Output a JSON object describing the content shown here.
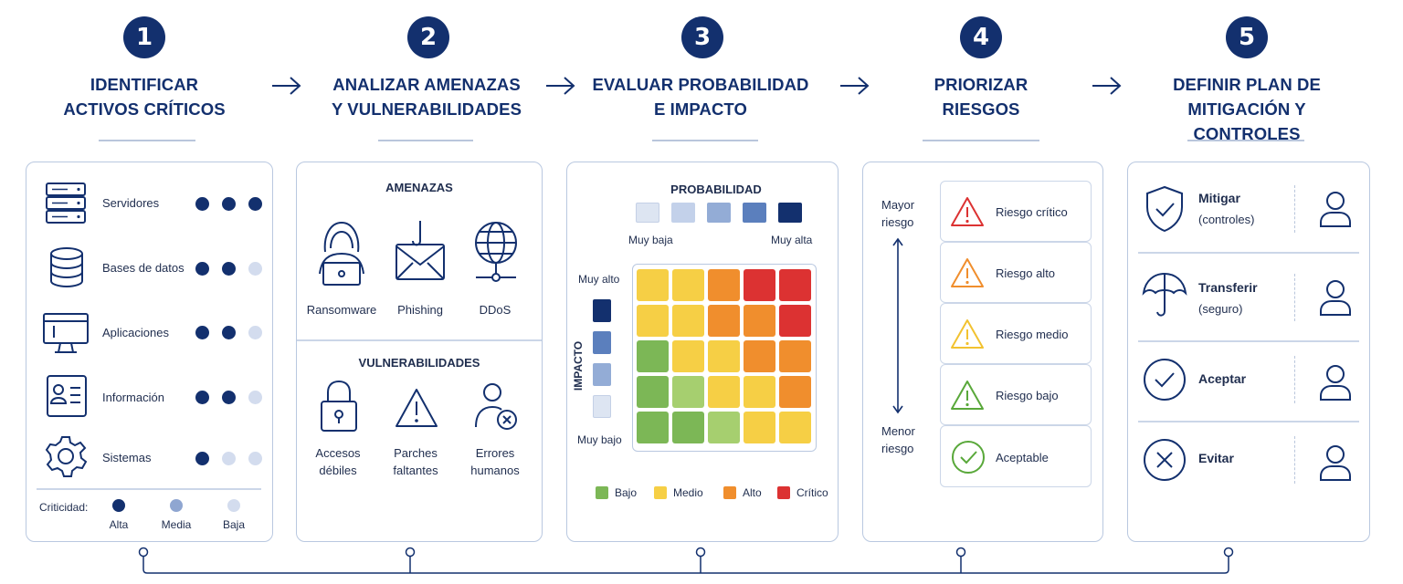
{
  "steps": [
    {
      "number": "1",
      "title_line1": "IDENTIFICAR",
      "title_line2": "ACTIVOS CRÍTICOS"
    },
    {
      "number": "2",
      "title_line1": "ANALIZAR AMENAZAS",
      "title_line2": "Y VULNERABILIDADES"
    },
    {
      "number": "3",
      "title_line1": "EVALUAR PROBABILIDAD",
      "title_line2": "E IMPACTO"
    },
    {
      "number": "4",
      "title_line1": "PRIORIZAR",
      "title_line2": "RIESGOS"
    },
    {
      "number": "5",
      "title_line1": "DEFINIR PLAN DE",
      "title_line2": "MITIGACIÓN Y CONTROLES"
    }
  ],
  "assets": {
    "items": [
      {
        "label": "Servidores",
        "icon": "server-icon",
        "criticality": "Alta"
      },
      {
        "label": "Bases de datos",
        "icon": "database-icon",
        "criticality": "Media"
      },
      {
        "label": "Aplicaciones",
        "icon": "monitor-icon",
        "criticality": "Media"
      },
      {
        "label": "Información",
        "icon": "id-card-icon",
        "criticality": "Media"
      },
      {
        "label": "Sistemas",
        "icon": "gear-icon",
        "criticality": "Baja"
      }
    ],
    "legend_label": "Criticidad:",
    "legend": [
      "Alta",
      "Media",
      "Baja"
    ]
  },
  "threats": {
    "title": "AMENAZAS",
    "items": [
      {
        "label": "Ransomware",
        "icon": "hacker-icon"
      },
      {
        "label": "Phishing",
        "icon": "phishing-envelope-icon"
      },
      {
        "label": "DDoS",
        "icon": "globe-network-icon"
      }
    ]
  },
  "vulnerabilities": {
    "title": "VULNERABILIDADES",
    "items": [
      {
        "line1": "Accesos",
        "line2": "débiles",
        "icon": "padlock-icon"
      },
      {
        "line1": "Parches",
        "line2": "faltantes",
        "icon": "warning-icon"
      },
      {
        "line1": "Errores",
        "line2": "humanos",
        "icon": "user-error-icon"
      }
    ]
  },
  "matrix": {
    "prob_title": "PROBABILIDAD",
    "prob_low": "Muy baja",
    "prob_high": "Muy alta",
    "impact_title": "IMPACTO",
    "impact_high": "Muy alto",
    "impact_low": "Muy bajo",
    "legend": [
      "Bajo",
      "Medio",
      "Alto",
      "Crítico"
    ],
    "colors": {
      "Bajo": "#7cb756",
      "Medio": "#f6cf45",
      "Alto": "#f08e2d",
      "Crítico": "#dc3232",
      "Bajo-claro": "#a6cf6f",
      "Medio-claro": "#fbd95a"
    },
    "grid": [
      [
        "Medio",
        "Medio",
        "Alto",
        "Crítico",
        "Crítico"
      ],
      [
        "Medio",
        "Medio",
        "Alto",
        "Alto",
        "Crítico"
      ],
      [
        "Bajo",
        "Medio",
        "Medio",
        "Alto",
        "Alto"
      ],
      [
        "Bajo",
        "Bajo",
        "Medio",
        "Medio",
        "Alto"
      ],
      [
        "Bajo",
        "Bajo",
        "Bajo",
        "Medio",
        "Medio"
      ]
    ]
  },
  "priority": {
    "top_line1": "Mayor",
    "top_line2": "riesgo",
    "bottom_line1": "Menor",
    "bottom_line2": "riesgo",
    "levels": [
      {
        "label": "Riesgo crítico",
        "color": "#dc3232",
        "icon": "warning-triangle-icon"
      },
      {
        "label": "Riesgo alto",
        "color": "#f08e2d",
        "icon": "warning-triangle-icon"
      },
      {
        "label": "Riesgo medio",
        "color": "#f2c230",
        "icon": "warning-triangle-icon"
      },
      {
        "label": "Riesgo bajo",
        "color": "#59a83a",
        "icon": "warning-triangle-icon"
      },
      {
        "label": "Aceptable",
        "color": "#59a83a",
        "icon": "check-circle-icon"
      }
    ]
  },
  "mitigation": {
    "options": [
      {
        "title": "Mitigar",
        "subtitle": "(controles)",
        "icon": "shield-check-icon"
      },
      {
        "title": "Transferir",
        "subtitle": "(seguro)",
        "icon": "umbrella-icon"
      },
      {
        "title": "Aceptar",
        "subtitle": "",
        "icon": "check-circle-icon"
      },
      {
        "title": "Evitar",
        "subtitle": "",
        "icon": "x-circle-icon"
      }
    ]
  },
  "palette": {
    "navy": "#13306e",
    "border": "#b9c8e0"
  }
}
